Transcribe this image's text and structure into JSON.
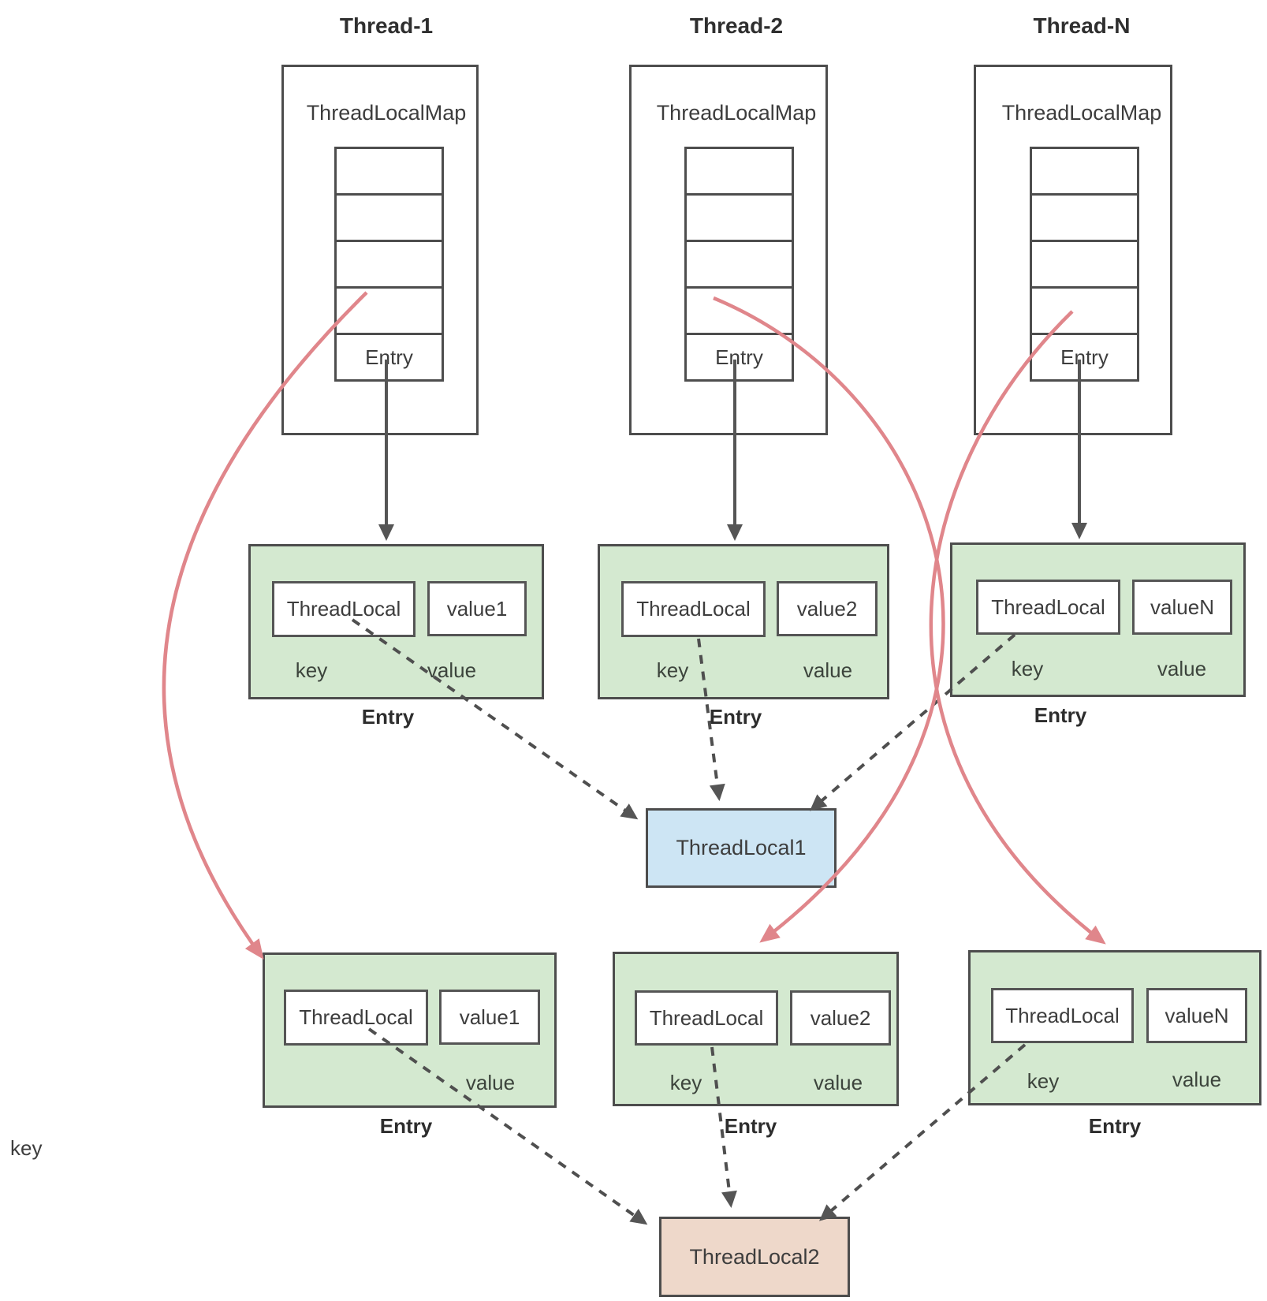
{
  "threads": [
    {
      "title": "Thread-1",
      "map_label": "ThreadLocalMap",
      "map_slots": 5,
      "entry_cell_label": "Entry",
      "row1_entry": {
        "key_box_label": "ThreadLocal",
        "value_box_label": "value1",
        "key_label": "key",
        "value_label": "value",
        "caption": "Entry"
      },
      "row2_entry": {
        "key_box_label": "ThreadLocal",
        "value_box_label": "value1",
        "value_label": "value",
        "caption": "Entry"
      }
    },
    {
      "title": "Thread-2",
      "map_label": "ThreadLocalMap",
      "map_slots": 5,
      "entry_cell_label": "Entry",
      "row1_entry": {
        "key_box_label": "ThreadLocal",
        "value_box_label": "value2",
        "key_label": "key",
        "value_label": "value",
        "caption": "Entry"
      },
      "row2_entry": {
        "key_box_label": "ThreadLocal",
        "value_box_label": "value2",
        "key_label": "key",
        "value_label": "value",
        "caption": "Entry"
      }
    },
    {
      "title": "Thread-N",
      "map_label": "ThreadLocalMap",
      "map_slots": 5,
      "entry_cell_label": "Entry",
      "row1_entry": {
        "key_box_label": "ThreadLocal",
        "value_box_label": "valueN",
        "key_label": "key",
        "value_label": "value",
        "caption": "Entry"
      },
      "row2_entry": {
        "key_box_label": "ThreadLocal",
        "value_box_label": "valueN",
        "key_label": "key",
        "value_label": "value",
        "caption": "Entry"
      }
    }
  ],
  "shared_threadlocals": [
    {
      "label": "ThreadLocal1"
    },
    {
      "label": "ThreadLocal2"
    }
  ],
  "misplaced_key_label": "key",
  "colors": {
    "box_border": "#4d4d4d",
    "entry_fill_green": "#d4e9d0",
    "threadlocal1_fill_blue": "#cde5f4",
    "threadlocal2_fill_pink": "#eed8ca",
    "reference_arrow_red": "#e0868b",
    "line_dark_gray": "#555555",
    "text": "#3d3d3d"
  }
}
